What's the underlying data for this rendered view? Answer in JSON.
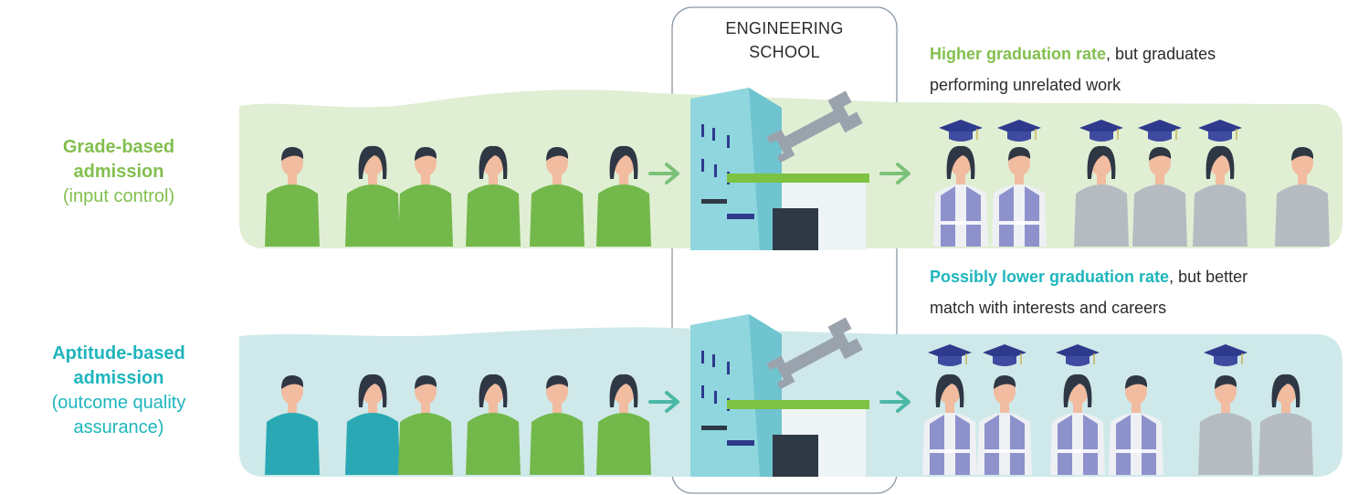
{
  "school": {
    "line1": "ENGINEERING",
    "line2": "SCHOOL"
  },
  "rows": [
    {
      "label_bold_1": "Grade-based",
      "label_bold_2": "admission",
      "label_sub_1": "(input control)",
      "label_sub_2": "",
      "outcome_highlight": "Higher graduation rate",
      "outcome_rest_1": ", but graduates",
      "outcome_rest_2": "performing unrelated work",
      "colors": {
        "label": "#82bf4f",
        "band": "#e0efd4"
      },
      "input_students": [
        "green",
        "green",
        "green",
        "green",
        "green",
        "green"
      ],
      "output_people": [
        {
          "outfit": "engineer",
          "cap": true
        },
        {
          "outfit": "engineer",
          "cap": true
        },
        {
          "outfit": "grey",
          "cap": true
        },
        {
          "outfit": "grey",
          "cap": true
        },
        {
          "outfit": "grey",
          "cap": true
        },
        {
          "outfit": "grey",
          "cap": false
        }
      ]
    },
    {
      "label_bold_1": "Aptitude-based",
      "label_bold_2": "admission",
      "label_sub_1": "(outcome quality",
      "label_sub_2": "assurance)",
      "outcome_highlight": "Possibly lower graduation rate",
      "outcome_rest_1": ", but better",
      "outcome_rest_2": "match with interests and careers",
      "colors": {
        "label": "#1fb5bd",
        "band": "#cfe9ea"
      },
      "input_students": [
        "teal",
        "teal",
        "green",
        "green",
        "green",
        "green"
      ],
      "output_people": [
        {
          "outfit": "engineer",
          "cap": true
        },
        {
          "outfit": "engineer",
          "cap": true
        },
        {
          "outfit": "engineer",
          "cap": true
        },
        {
          "outfit": "engineer",
          "cap": false
        },
        {
          "outfit": "grey",
          "cap": true
        },
        {
          "outfit": "grey",
          "cap": false
        }
      ]
    }
  ],
  "icons": {
    "arrow": "arrow-right-icon",
    "building": "school-building-icon",
    "wrench": "wrench-icon",
    "cap": "graduation-cap-icon",
    "person": "person-icon"
  },
  "palette": {
    "green_shirt": "#73b84a",
    "teal_shirt": "#2aa9b4",
    "grey_shirt": "#b6bbc2",
    "vest": "#8d92cc",
    "skin": "#f1bca0",
    "hair": "#2f3744",
    "cap": "#2e3a8c",
    "arrow_green": "#7cc17a",
    "arrow_teal": "#4bb8a6",
    "building_teal": "#8fd6de",
    "building_dark": "#2f3946",
    "platform_green": "#7dc242",
    "navy": "#2e3a8c"
  }
}
